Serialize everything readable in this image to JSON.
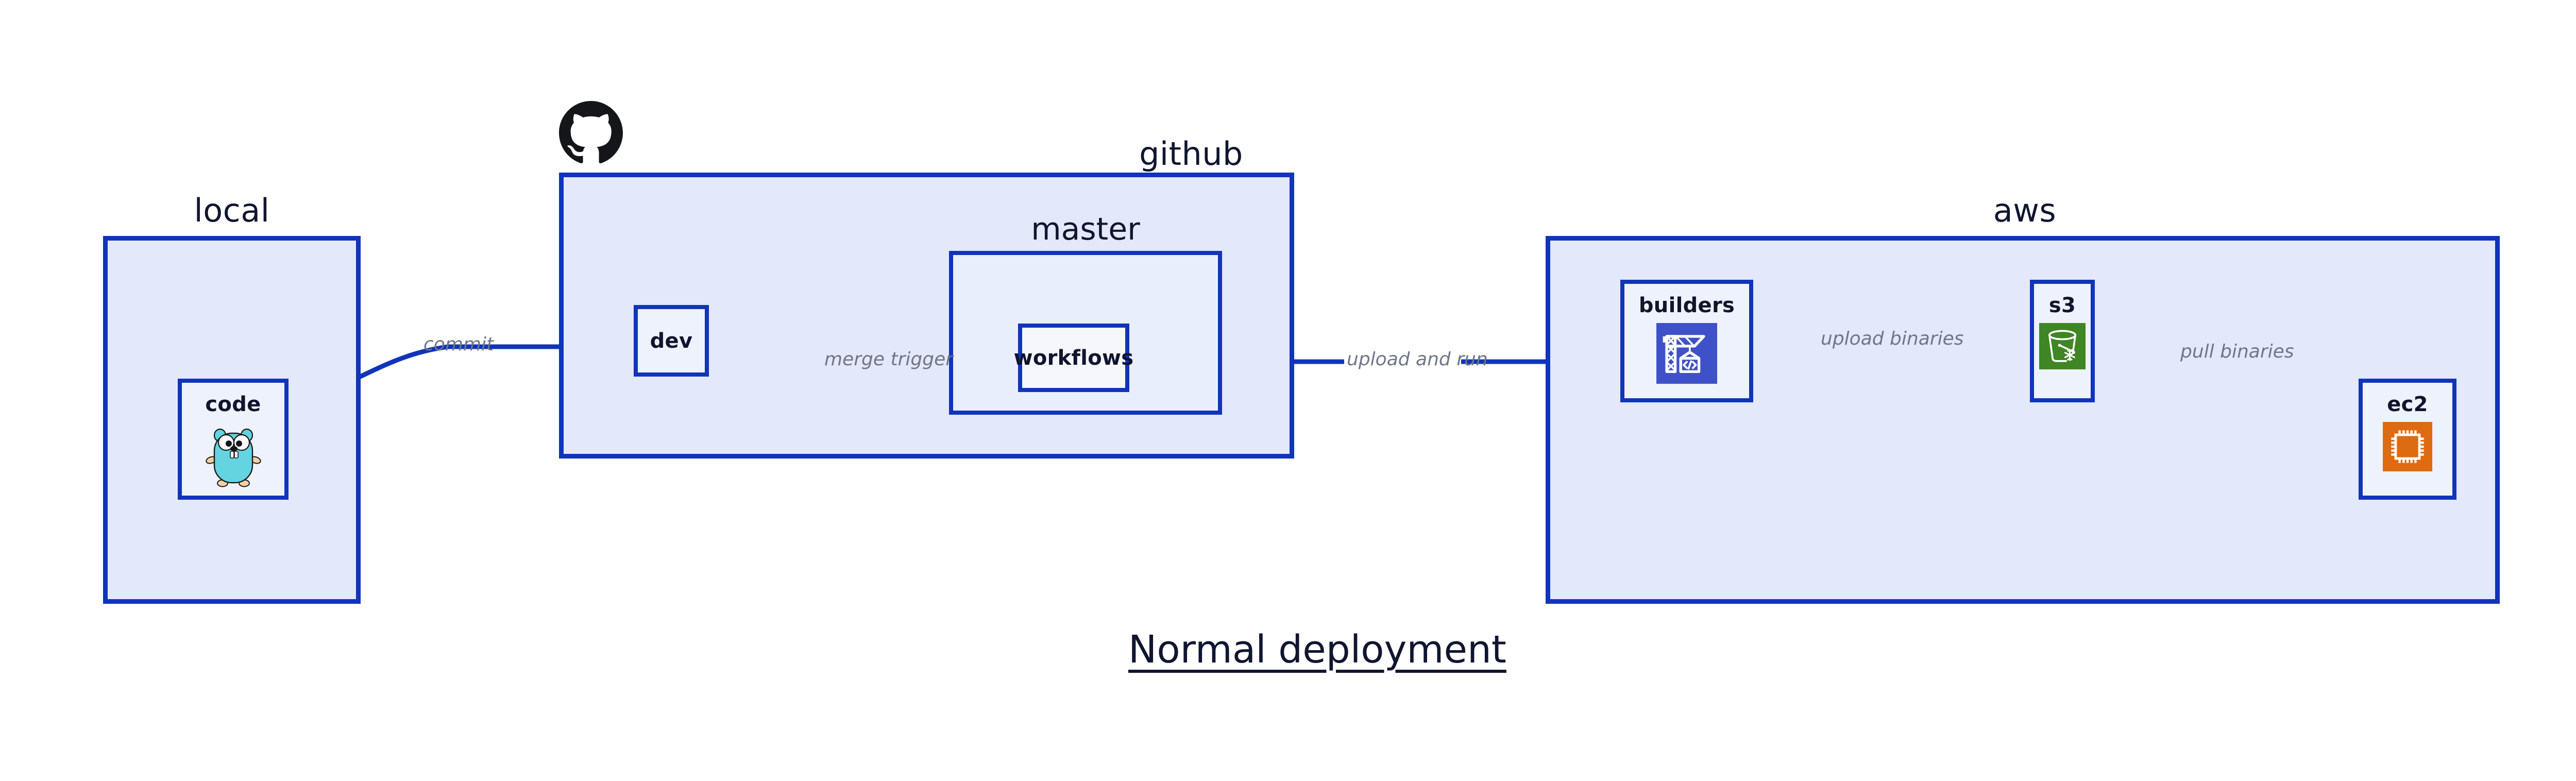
{
  "diagram": {
    "title": "Normal deployment",
    "colors": {
      "group_fill": "#e3e8fb",
      "group_stroke": "#1034ba",
      "node_fill": "#eef2fd",
      "edge_stroke": "#1034ba",
      "edge_label_text": "#6f7687",
      "title_text": "#101530",
      "builders_icon_bg": "#3f51c8",
      "s3_icon_bg": "#3f8624",
      "ec2_icon_bg": "#dd6b11",
      "gopher_body": "#63d4e0",
      "github_logo": "#14161a"
    }
  },
  "groups": {
    "local": {
      "label": "local"
    },
    "github": {
      "label": "github",
      "logo_icon": "github-octocat-icon"
    },
    "aws": {
      "label": "aws"
    }
  },
  "subgroups": {
    "master": {
      "label": "master"
    }
  },
  "nodes": {
    "code": {
      "label": "code",
      "icon": "go-gopher-icon"
    },
    "dev": {
      "label": "dev",
      "icon": null
    },
    "workflows": {
      "label": "workflows",
      "icon": null
    },
    "builders": {
      "label": "builders",
      "icon": "aws-codebuild-icon"
    },
    "s3": {
      "label": "s3",
      "icon": "aws-s3-glacier-bucket-icon"
    },
    "ec2": {
      "label": "ec2",
      "icon": "aws-ec2-chip-icon"
    }
  },
  "edges": [
    {
      "id": "code-to-dev",
      "label": "commit",
      "from": "code",
      "to": "dev"
    },
    {
      "id": "dev-to-workflows",
      "label": "merge trigger",
      "from": "dev",
      "to": "workflows"
    },
    {
      "id": "workflows-to-builders",
      "label": "upload and run",
      "from": "workflows",
      "to": "builders"
    },
    {
      "id": "builders-to-s3",
      "label": "upload binaries",
      "from": "builders",
      "to": "s3"
    },
    {
      "id": "s3-to-ec2",
      "label": "pull binaries",
      "from": "s3",
      "to": "ec2"
    }
  ]
}
